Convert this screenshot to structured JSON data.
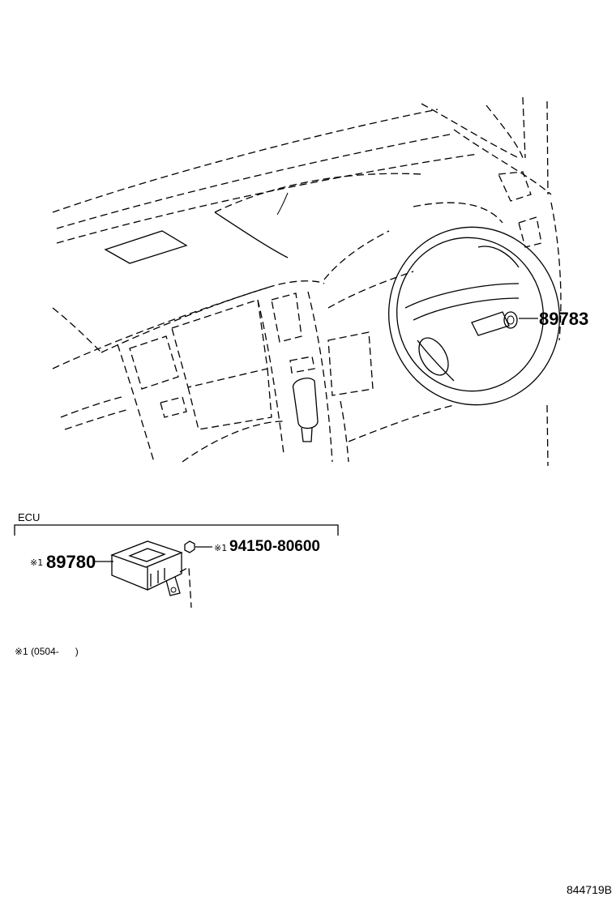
{
  "callouts": {
    "immobiliser_part": "89783",
    "ecu_part": "89780",
    "ecu_mark": "※1",
    "nut_part": "94150-80600",
    "nut_mark": "※1"
  },
  "group": {
    "label": "ECU"
  },
  "footnote": {
    "text": "※1 (0504-      )"
  },
  "drawing_id": "844719B"
}
